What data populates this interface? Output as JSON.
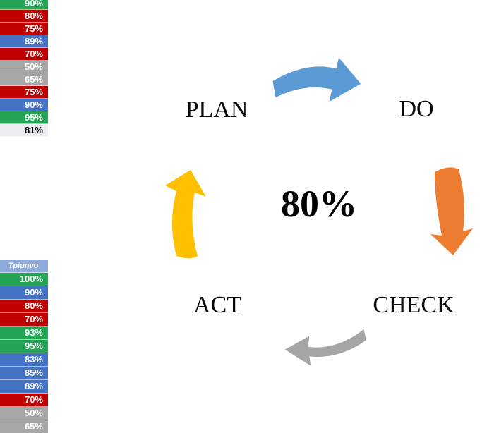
{
  "diagram": {
    "center_value": "80%",
    "steps": [
      {
        "id": "plan",
        "label": "PLAN"
      },
      {
        "id": "do",
        "label": "DO"
      },
      {
        "id": "check",
        "label": "CHECK"
      },
      {
        "id": "act",
        "label": "ACT"
      }
    ],
    "arrows": [
      {
        "id": "plan-to-do",
        "direction": "right",
        "color": "#5B9BD5"
      },
      {
        "id": "do-to-check",
        "direction": "down",
        "color": "#ED7D31"
      },
      {
        "id": "check-to-act",
        "direction": "left",
        "color": "#A5A5A5"
      },
      {
        "id": "act-to-plan",
        "direction": "up",
        "color": "#FFC000"
      }
    ]
  },
  "palette": {
    "green": "#23A455",
    "red": "#C00000",
    "blue": "#4472C4",
    "gray": "#A6A6A6",
    "header_bg": "#8EAADB",
    "total_bg": "#EDEDF3",
    "cell_text": "#FFFFFF",
    "total_text": "#000000"
  },
  "top_table": {
    "rows": [
      {
        "value": "90%",
        "color": "green"
      },
      {
        "value": "80%",
        "color": "red"
      },
      {
        "value": "75%",
        "color": "red"
      },
      {
        "value": "89%",
        "color": "blue"
      },
      {
        "value": "70%",
        "color": "red"
      },
      {
        "value": "50%",
        "color": "gray"
      },
      {
        "value": "65%",
        "color": "gray"
      },
      {
        "value": "75%",
        "color": "red"
      },
      {
        "value": "90%",
        "color": "blue"
      },
      {
        "value": "95%",
        "color": "green"
      },
      {
        "value": "81%",
        "color": "total"
      }
    ]
  },
  "bottom_table": {
    "header": "Τρίμηνο",
    "rows": [
      {
        "value": "100%",
        "color": "green"
      },
      {
        "value": "90%",
        "color": "blue"
      },
      {
        "value": "80%",
        "color": "red"
      },
      {
        "value": "70%",
        "color": "red"
      },
      {
        "value": "93%",
        "color": "green"
      },
      {
        "value": "95%",
        "color": "green"
      },
      {
        "value": "83%",
        "color": "blue"
      },
      {
        "value": "85%",
        "color": "blue"
      },
      {
        "value": "89%",
        "color": "blue"
      },
      {
        "value": "70%",
        "color": "red"
      },
      {
        "value": "50%",
        "color": "gray"
      },
      {
        "value": "65%",
        "color": "gray"
      }
    ]
  }
}
